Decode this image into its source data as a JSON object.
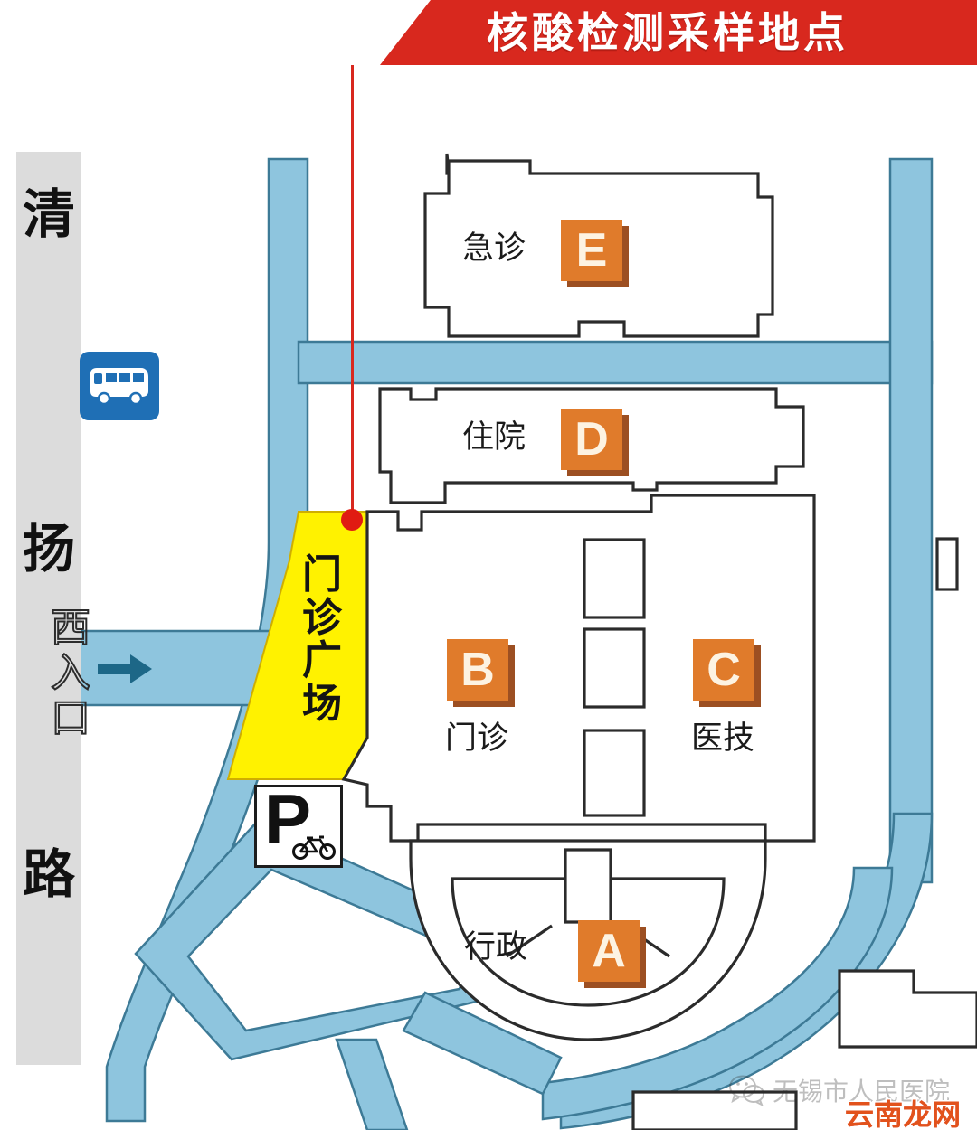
{
  "banner": {
    "title": "核酸检测采样地点",
    "bg_color": "#d8281e",
    "text_color": "#ffffff"
  },
  "road": {
    "name": "清扬路",
    "chars": [
      "清",
      "扬",
      "路"
    ],
    "strip_color": "#dcdcdc"
  },
  "signs": {
    "bus_stop": {
      "icon": "bus-icon",
      "bg_color": "#1f6fb5"
    },
    "west_entrance": {
      "label": "西入口",
      "chars": [
        "西",
        "入",
        "口"
      ],
      "arrow_icon": "arrow-right-icon",
      "arrow_color": "#1d6787"
    },
    "bicycle_parking": {
      "letter": "P",
      "icon": "bicycle-icon"
    }
  },
  "plaza": {
    "label": "门诊广场",
    "chars": [
      "门",
      "诊",
      "广",
      "场"
    ],
    "fill_color": "#fff200",
    "marker_color": "#e01b12"
  },
  "buildings": [
    {
      "code": "E",
      "name": "急诊"
    },
    {
      "code": "D",
      "name": "住院"
    },
    {
      "code": "B",
      "name": "门诊"
    },
    {
      "code": "C",
      "name": "医技"
    },
    {
      "code": "A",
      "name": "行政"
    }
  ],
  "colors": {
    "badge": "#e07b2b",
    "badge_shadow": "#9c4f22",
    "road_fill": "#8ec5de",
    "road_stroke": "#3d7a96",
    "building_stroke": "#2b2b2b"
  },
  "watermarks": {
    "wechat_account": "无锡市人民医院",
    "site": "云南龙网"
  }
}
